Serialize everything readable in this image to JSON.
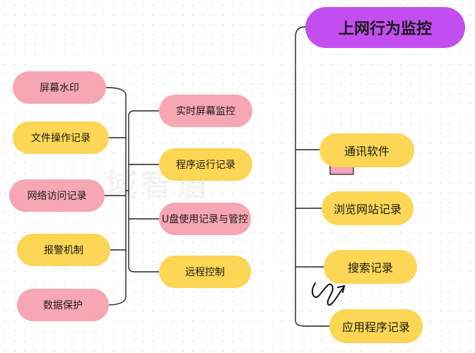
{
  "watermark": "域智盾",
  "left_group": [
    {
      "label": "屏幕水印",
      "color": "#f7a7b3"
    },
    {
      "label": "文件操作记录",
      "color": "#fcd654"
    },
    {
      "label": "网络访问记录",
      "color": "#f7a7b3"
    },
    {
      "label": "报警机制",
      "color": "#fcd654"
    },
    {
      "label": "数据保护",
      "color": "#f7a7b3"
    }
  ],
  "middle_group": [
    {
      "label": "实时屏幕监控",
      "color": "#f7a7b3"
    },
    {
      "label": "程序运行记录",
      "color": "#fcd654"
    },
    {
      "label": "U盘使用记录与管控",
      "color": "#f7a7b3"
    },
    {
      "label": "远程控制",
      "color": "#fcd654"
    }
  ],
  "right_root": {
    "label": "上网行为监控",
    "color": "#c34ef0"
  },
  "right_group": [
    {
      "label": "通讯软件",
      "color": "#fcd654"
    },
    {
      "label": "浏览网站记录",
      "color": "#fcd654"
    },
    {
      "label": "搜索记录",
      "color": "#fcd654"
    },
    {
      "label": "应用程序记录",
      "color": "#fcd654"
    }
  ],
  "icons": [
    "folder-icon",
    "squiggle-arrow-icon"
  ]
}
